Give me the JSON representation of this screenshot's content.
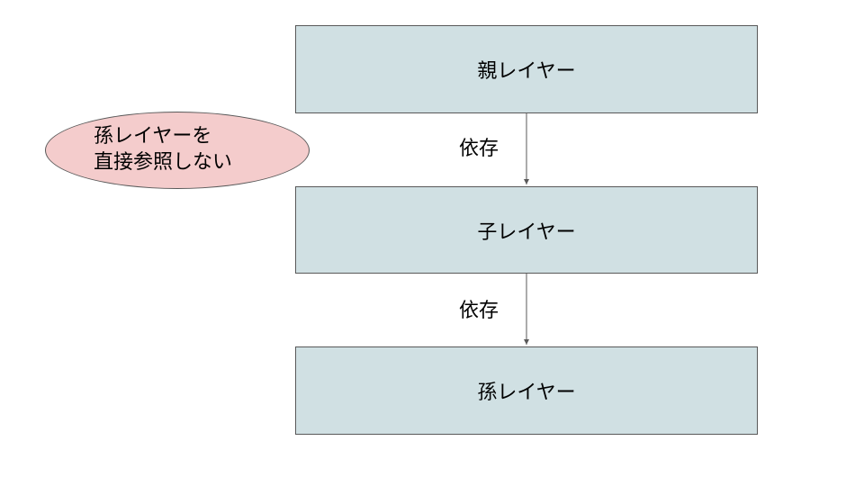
{
  "layers": {
    "parent": "親レイヤー",
    "child": "子レイヤー",
    "grandchild": "孫レイヤー"
  },
  "edges": {
    "parent_to_child": "依存",
    "child_to_grandchild": "依存"
  },
  "callout": {
    "line1": "孫レイヤーを",
    "line2": "直接参照しない"
  },
  "colors": {
    "layer_fill": "#d0e0e3",
    "callout_fill": "#f4cccc",
    "stroke": "#595959"
  }
}
